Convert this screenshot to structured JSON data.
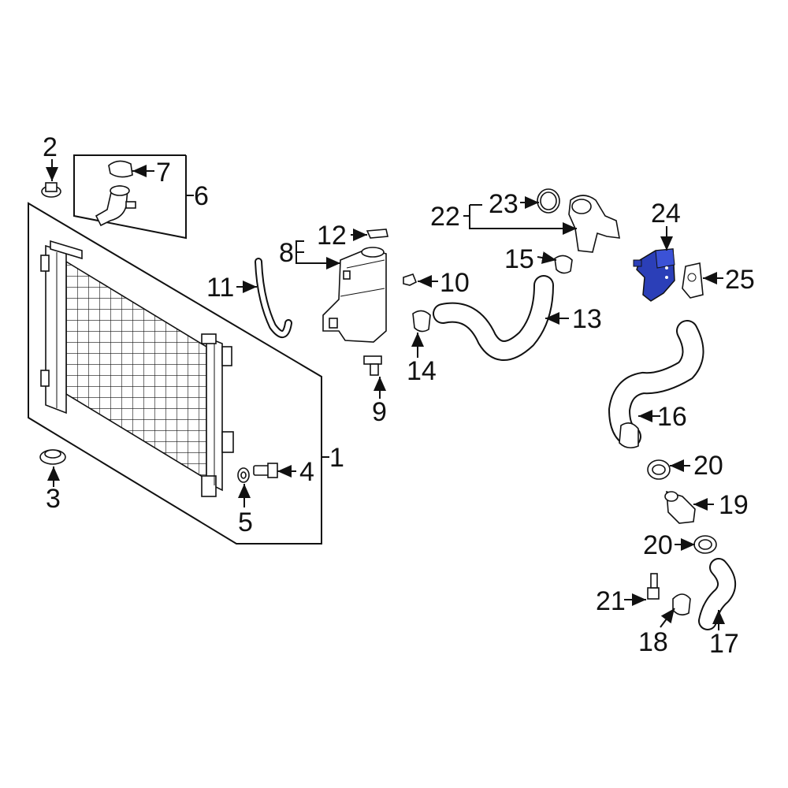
{
  "diagram": {
    "highlight_color": "#2b3fb8",
    "line_color": "#111111",
    "highlighted_part": "24",
    "callouts": {
      "c1": "1",
      "c2": "2",
      "c3": "3",
      "c4": "4",
      "c5": "5",
      "c6": "6",
      "c7": "7",
      "c8": "8",
      "c9": "9",
      "c10": "10",
      "c11": "11",
      "c12": "12",
      "c13": "13",
      "c14": "14",
      "c15": "15",
      "c16": "16",
      "c17": "17",
      "c18": "18",
      "c19": "19",
      "c20a": "20",
      "c20b": "20",
      "c21": "21",
      "c22": "22",
      "c23": "23",
      "c24": "24",
      "c25": "25"
    }
  }
}
